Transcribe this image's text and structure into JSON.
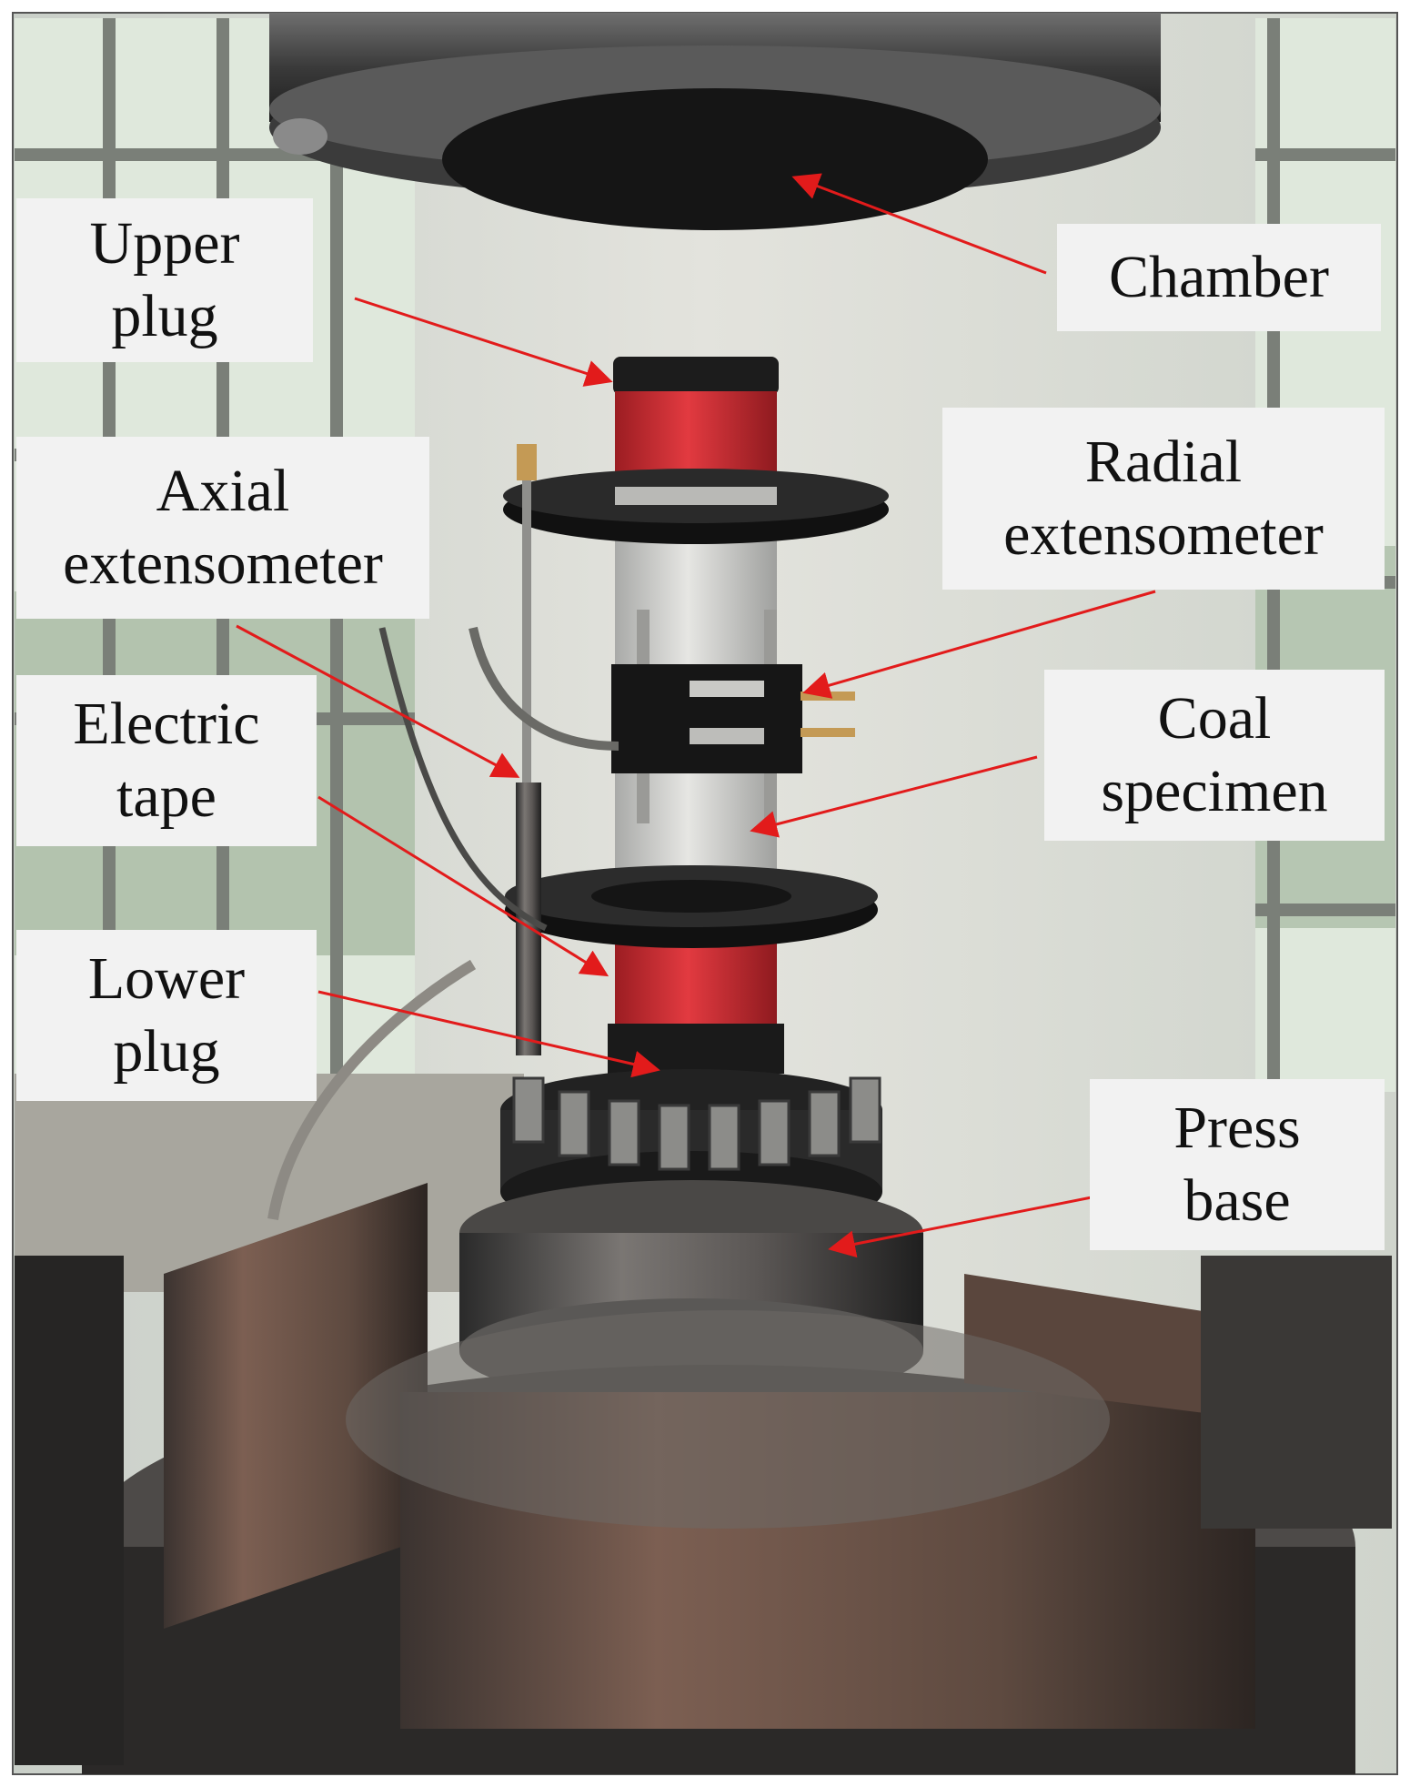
{
  "labels": {
    "chamber": "Chamber",
    "upper_plug": "Upper\nplug",
    "axial_extensometer": "Axial\nextensometer",
    "radial_extensometer": "Radial\nextensometer",
    "electric_tape": "Electric\ntape",
    "coal_specimen": "Coal\nspecimen",
    "lower_plug": "Lower\nplug",
    "press_base": "Press\nbase"
  },
  "colors": {
    "arrow": "#e21b1b",
    "label_bg": "#f2f2f2",
    "tape": "#d8262e",
    "specimen": "#dcdcdc"
  }
}
